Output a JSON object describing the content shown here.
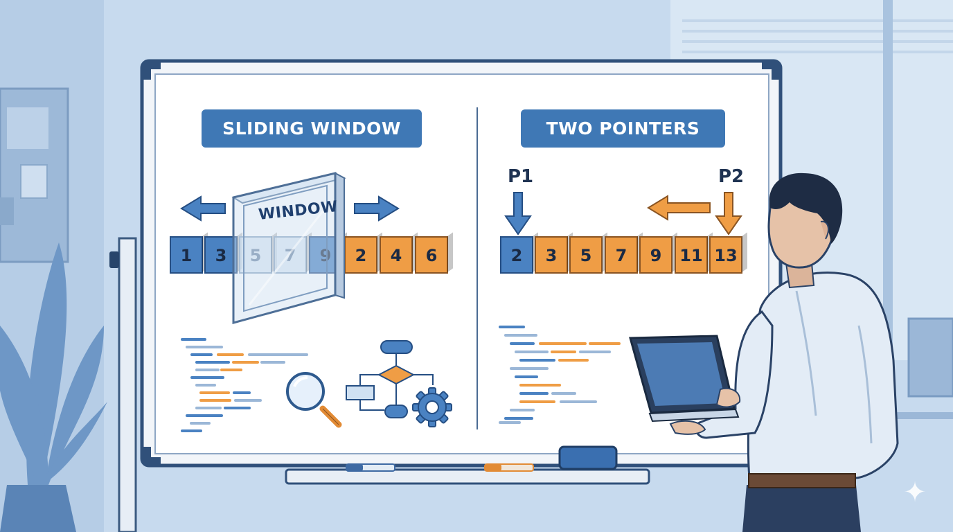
{
  "left_panel": {
    "title": "SLIDING WINDOW PATTERN",
    "window_label": "WINDOW",
    "cells": [
      {
        "value": "1",
        "style": "blue"
      },
      {
        "value": "3",
        "style": "blue"
      },
      {
        "value": "5",
        "style": "faded"
      },
      {
        "value": "7",
        "style": "faded"
      },
      {
        "value": "9",
        "style": "blue"
      },
      {
        "value": "2",
        "style": "orange"
      },
      {
        "value": "4",
        "style": "orange"
      },
      {
        "value": "6",
        "style": "orange"
      }
    ],
    "icons": [
      "left-arrow-icon",
      "right-arrow-icon",
      "code-lines-icon",
      "magnifier-icon",
      "flowchart-icon",
      "gear-icon"
    ]
  },
  "right_panel": {
    "title": "TWO POINTERS PATTERN",
    "pointer_left": "P1",
    "pointer_right": "P2",
    "cells": [
      {
        "value": "2",
        "style": "blue"
      },
      {
        "value": "3",
        "style": "orange"
      },
      {
        "value": "5",
        "style": "orange"
      },
      {
        "value": "7",
        "style": "orange"
      },
      {
        "value": "9",
        "style": "orange"
      },
      {
        "value": "11",
        "style": "orange"
      },
      {
        "value": "13",
        "style": "orange"
      }
    ],
    "icons": [
      "down-arrow-icon",
      "left-arrow-icon",
      "code-lines-icon"
    ]
  },
  "colors": {
    "blue": "#4a82c2",
    "orange": "#ef9d45",
    "banner": "#3f78b5",
    "board": "#ffffff",
    "wall": "#c9dbed"
  }
}
